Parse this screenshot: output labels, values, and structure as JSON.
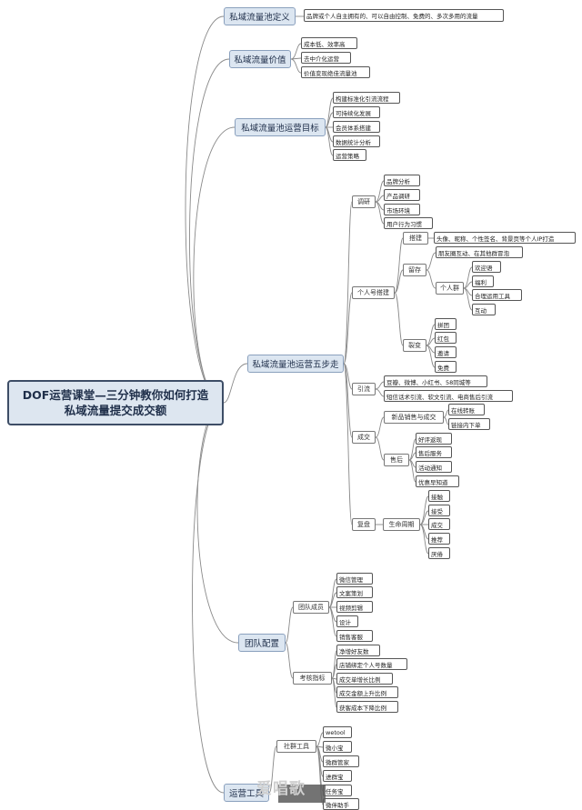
{
  "root": {
    "line1": "DOF运营课堂—三分钟教你如何打造",
    "line2": "私域流量提交成交额"
  },
  "definition": {
    "label": "私域流量池定义",
    "text": "品牌或个人自主拥有的、可以自由控制、免费的、多次多用的流量"
  },
  "value": {
    "label": "私域流量价值",
    "items": [
      "成本低、效率高",
      "去中介化运营",
      "价值变现绝佳流量池"
    ]
  },
  "goal": {
    "label": "私域流量池运营目标",
    "items": [
      "构建标准化引流流程",
      "可持续化发展",
      "会员体系搭建",
      "数据统计分析",
      "运营策略"
    ]
  },
  "steps": {
    "label": "私域流量池运营五步走",
    "research": {
      "label": "调研",
      "items": [
        "品牌分析",
        "产品调研",
        "市场环境",
        "用户行为习惯"
      ]
    },
    "personal": {
      "label": "个人号搭建",
      "build": {
        "label": "搭建",
        "text": "头像、昵称、个性签名、背景页等个人IP打造"
      },
      "retain": {
        "label": "留存",
        "text": "朋友圈互动、在其他群冒泡",
        "group": {
          "label": "个人群",
          "items": [
            "欢迎语",
            "福利",
            "合理运用工具",
            "互动"
          ]
        }
      },
      "fission": {
        "label": "裂变",
        "items": [
          "拼团",
          "红包",
          "邀请",
          "免费"
        ]
      }
    },
    "traffic": {
      "label": "引流",
      "items": [
        "豆瓣、微博、小红书、58同城等",
        "短信话术引流、软文引流、电商售后引流"
      ]
    },
    "deal": {
      "label": "成交",
      "new": {
        "label": "新品销售与成交",
        "items": [
          "在线转账",
          "链接内下单"
        ]
      },
      "after": {
        "label": "售后",
        "items": [
          "好评返现",
          "售后服务",
          "活动通知",
          "优惠早知道"
        ]
      }
    },
    "review": {
      "label": "复盘",
      "lifecycle": {
        "label": "生命周期",
        "items": [
          "接触",
          "接受",
          "成交",
          "推荐",
          "厌倦"
        ]
      }
    }
  },
  "team": {
    "label": "团队配置",
    "members": {
      "label": "团队成员",
      "items": [
        "微信管理",
        "文案策划",
        "视频剪辑",
        "设计",
        "销售客服"
      ]
    },
    "kpi": {
      "label": "考核指标",
      "items": [
        "净增好友数",
        "店铺绑定个人号数量",
        "成交单增长比例",
        "成交金额上升比例",
        "获客成本下降比例"
      ]
    }
  },
  "tools": {
    "label": "运营工具",
    "community": {
      "label": "社群工具",
      "items": [
        "wetool",
        "微小宝",
        "微群管家",
        "进群宝",
        "任务宝",
        "微伴助手"
      ]
    }
  },
  "watermark": "爱唱歌"
}
